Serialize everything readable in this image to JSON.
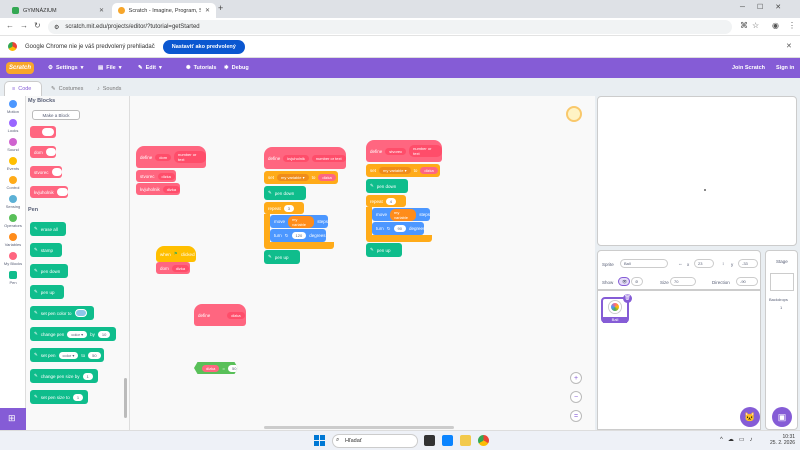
{
  "browser": {
    "tabs": [
      {
        "label": "GYMNÁZIUM"
      },
      {
        "label": "Scratch - Imagine, Program, Sh"
      }
    ],
    "url": "scratch.mit.edu/projects/editor/?tutorial=getStarted",
    "infobar_text": "Google Chrome nie je váš predvolený prehliadač",
    "infobar_button": "Nastaviť ako predvolený"
  },
  "menu": {
    "logo": "Scratch",
    "settings": "Settings",
    "file": "File",
    "edit": "Edit",
    "tutorials": "Tutorials",
    "debug": "Debug",
    "join": "Join Scratch",
    "signin": "Sign in"
  },
  "editor_tabs": {
    "code": "Code",
    "costumes": "Costumes",
    "sounds": "Sounds"
  },
  "categories": [
    {
      "label": "Motion",
      "color": "#4c97ff"
    },
    {
      "label": "Looks",
      "color": "#9966ff"
    },
    {
      "label": "Sound",
      "color": "#cf63cf"
    },
    {
      "label": "Events",
      "color": "#ffbf00"
    },
    {
      "label": "Control",
      "color": "#ffab19"
    },
    {
      "label": "Sensing",
      "color": "#5cb1d6"
    },
    {
      "label": "Operators",
      "color": "#59c059"
    },
    {
      "label": "Variables",
      "color": "#ff8c1a"
    },
    {
      "label": "My Blocks",
      "color": "#ff6680"
    },
    {
      "label": "Pen",
      "color": "#0fbd8c"
    }
  ],
  "palette": {
    "myblocks_title": "My Blocks",
    "make_block": "Make a Block",
    "custom": [
      "dom",
      "stvorec",
      "kvjuholnik"
    ],
    "pen_title": "Pen",
    "pen_blocks": [
      "erase all",
      "stamp",
      "pen down",
      "pen up",
      "set pen color to",
      "change pen",
      "set pen",
      "change pen size by",
      "set pen size to"
    ],
    "pen_dropdown": "color",
    "pen_values": [
      "10",
      "50",
      "1",
      "1"
    ]
  },
  "workspace": {
    "s1": {
      "define": "define",
      "name": "dom",
      "param": "number or text",
      "b1": "stvorec",
      "b1v": "dlzka",
      "b2": "kvjuholnik",
      "b2v": "dlzka"
    },
    "s2": {
      "define": "define",
      "name": "kvjuholnik",
      "param": "number or text",
      "set": "set",
      "var": "my variable",
      "to": "to",
      "val": "dlzka",
      "pendown": "pen down",
      "repeat": "repeat",
      "rep": "3",
      "move": "move",
      "movevar": "my variable",
      "steps": "steps",
      "turn": "turn",
      "deg": "120",
      "degrees": "degrees",
      "penup": "pen up"
    },
    "s3": {
      "define": "define",
      "name": "stvorec",
      "param": "number or text",
      "set": "set",
      "var": "my variable",
      "to": "to",
      "val": "dlzka",
      "pendown": "pen down",
      "repeat": "repeat",
      "rep": "4",
      "move": "move",
      "movevar": "my variable",
      "steps": "steps",
      "turn": "turn",
      "deg": "90",
      "degrees": "degrees",
      "penup": "pen up"
    },
    "s4": {
      "when": "when",
      "clicked": "clicked",
      "b1": "dom",
      "b1v": "dlzka"
    },
    "s5": {
      "define": "define",
      "name": "dlzka"
    },
    "s6": {
      "name": "dlzka",
      "val": "50"
    }
  },
  "sprite": {
    "label": "Sprite",
    "name": "Ball",
    "x_label": "x",
    "x": "23",
    "y_label": "y",
    "y": "-33",
    "show": "Show",
    "size_label": "Size",
    "size": "70",
    "direction_label": "Direction",
    "direction": "-90",
    "thumb": "Ball"
  },
  "stage_panel": {
    "title": "Stage",
    "backdrops": "Backdrops",
    "count": "1"
  },
  "taskbar": {
    "search": "Hľadať",
    "time": "10:31",
    "date": "25. 2. 2026"
  }
}
